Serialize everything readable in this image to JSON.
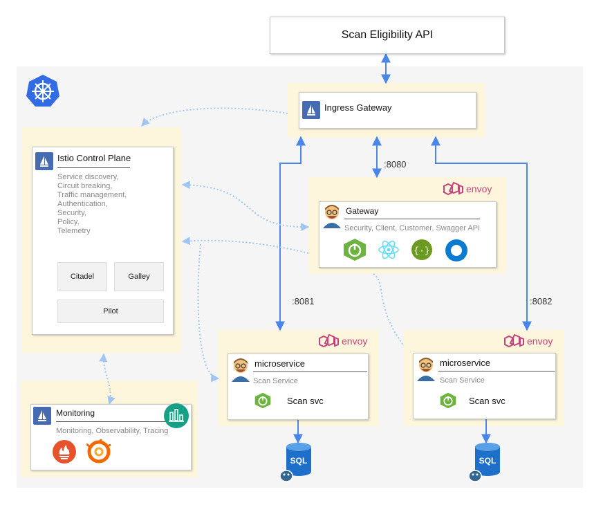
{
  "api": {
    "label": "Scan Eligibility API"
  },
  "ingress": {
    "label": "Ingress Gateway"
  },
  "control_plane": {
    "title": "Istio Control Plane",
    "features": [
      "Service discovery,",
      "Circuit breaking,",
      "Traffic management,",
      "Authentication,",
      "Security,",
      "Policy,",
      "Telemetry"
    ],
    "components": {
      "citadel": "Citadel",
      "galley": "Galley",
      "pilot": "Pilot"
    }
  },
  "ports": {
    "gateway": ":8080",
    "left": ":8081",
    "right": ":8082"
  },
  "envoy_label": "envoy",
  "gateway": {
    "title": "Gateway",
    "description": "Security, Client, Customer, Swagger API"
  },
  "microservices": [
    {
      "title": "microservice",
      "description": "Scan Service",
      "svc": "Scan svc"
    },
    {
      "title": "microservice",
      "description": "Scan Service",
      "svc": "Scan svc"
    }
  ],
  "monitoring": {
    "title": "Monitoring",
    "description": "Monitoring, Observability, Tracing"
  },
  "db_label": "SQL",
  "colors": {
    "arrow": "#4a86e8",
    "dotted": "#9fc5f0",
    "zone": "#fdf6dc",
    "cluster": "#f5f5f5",
    "envoy": "#c7417b",
    "istio": "#466bb0",
    "spring": "#6db33f"
  },
  "icons": [
    "kubernetes-icon",
    "istio-icon",
    "envoy-icon",
    "developer-avatar-icon",
    "spring-boot-icon",
    "react-icon",
    "swagger-icon",
    "circle-ring-icon",
    "chart-icon",
    "prometheus-icon",
    "grafana-icon",
    "sql-database-icon",
    "postgresql-icon"
  ]
}
